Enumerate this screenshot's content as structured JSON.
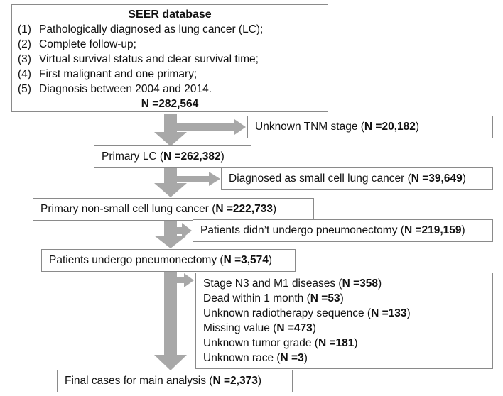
{
  "seer_box": {
    "title": "SEER database",
    "criteria": [
      {
        "num": "(1)",
        "text": "Pathologically diagnosed as lung cancer (LC);"
      },
      {
        "num": "(2)",
        "text": "Complete follow-up;"
      },
      {
        "num": "(3)",
        "text": "Virtual survival status and clear survival time;"
      },
      {
        "num": "(4)",
        "text": "First malignant and one primary;"
      },
      {
        "num": "(5)",
        "text": "Diagnosis between 2004 and 2014."
      }
    ],
    "total": "N =282,564"
  },
  "exclusions": [
    {
      "label": "Unknown TNM stage (",
      "n": "N =20,182",
      "close": ")"
    },
    {
      "label": "Diagnosed as small cell lung cancer (",
      "n": "N =39,649",
      "close": ")"
    },
    {
      "label": "Patients didn’t undergo pneumonectomy (",
      "n": "N =219,159",
      "close": ")"
    }
  ],
  "steps": [
    {
      "label": "Primary LC (",
      "n": "N =262,382",
      "close": ")"
    },
    {
      "label": "Primary non-small cell lung cancer (",
      "n": "N =222,733",
      "close": ")"
    },
    {
      "label": "Patients undergo pneumonectomy (",
      "n": "N =3,574",
      "close": ")"
    }
  ],
  "multi_exclusion": [
    {
      "label": "Stage N3 and M1 diseases (",
      "n": "N =358",
      "close": ")"
    },
    {
      "label": "Dead within 1 month (",
      "n": "N =53",
      "close": ")"
    },
    {
      "label": "Unknown radiotherapy sequence (",
      "n": "N =133",
      "close": ")"
    },
    {
      "label": "Missing value (",
      "n": "N =473",
      "close": ")"
    },
    {
      "label": "Unknown tumor grade (",
      "n": "N =181",
      "close": ")"
    },
    {
      "label": "Unknown race (",
      "n": "N =3",
      "close": ")"
    }
  ],
  "final": {
    "label": "Final cases for main analysis (",
    "n": "N =2,373",
    "close": ")"
  },
  "colors": {
    "arrow": "#a8a8a8",
    "border": "#8a8a8a"
  }
}
